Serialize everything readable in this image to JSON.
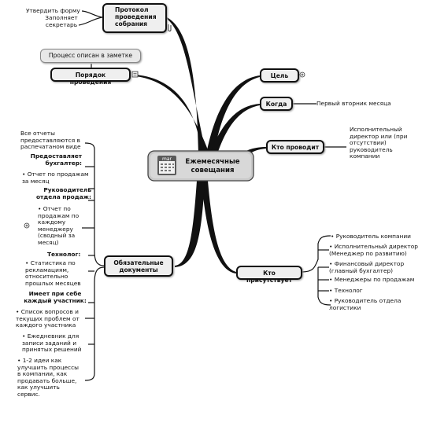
{
  "central": {
    "title": "Ежемесячные совещания",
    "icon_text": "mar",
    "icon": "calendar-icon"
  },
  "protocol": {
    "label": "Протокол проведения собрания",
    "items": [
      "Утвердить форму",
      "Заполняет секретарь"
    ],
    "icon": "attachment-icon"
  },
  "note": {
    "label": "Процесс описан в заметке"
  },
  "order": {
    "label": "Порядок проведения",
    "icon": "note-icon"
  },
  "goal": {
    "label": "Цель",
    "icon": "expand-plus-icon"
  },
  "when": {
    "label": "Когда",
    "value": "Первый вторник месяца"
  },
  "host": {
    "label": "Кто проводит",
    "value": "Исполнительный директор или (при отсутствии) руководитель компании"
  },
  "attendees": {
    "label": "Кто присутствует",
    "items": [
      "Руководитель компании",
      "Исполнительный директор (Менеджер по развитию)",
      "Финансовый директор (главный бухгалтер)",
      "Менеджеры по продажам",
      "Технолог",
      "Руководитель отдела логистики"
    ]
  },
  "documents": {
    "label": "Обязательные документы",
    "intro": "Все отчеты предоставляются в распечатаном виде",
    "accountant_head": "Предоставляет бухгалтер:",
    "accountant_item": "Отчет по продажам за месяц",
    "sales_head": "Руководитель отдела продаж:",
    "sales_item": "Отчет по продажам по каждому менеджеру (сводный за месяц)",
    "tech_head": "Технолог:",
    "tech_item": "Статистика по рекламациям, относительно прошлых месяцев",
    "each_head": "Имеет при себе каждый участник:",
    "each_items": [
      "Список вопросов и текущих проблем от каждого участника",
      "Ежедневник для записи заданий и принятых решений",
      "1-2 идеи как улучшить процессы в компании, как продавать больше, как улучшить сервис."
    ],
    "collapse_icon": "expand-plus-icon"
  },
  "colors": {
    "branch": "#111111",
    "node_fill": "#efefef",
    "central_fill": "#c8c8c8"
  }
}
